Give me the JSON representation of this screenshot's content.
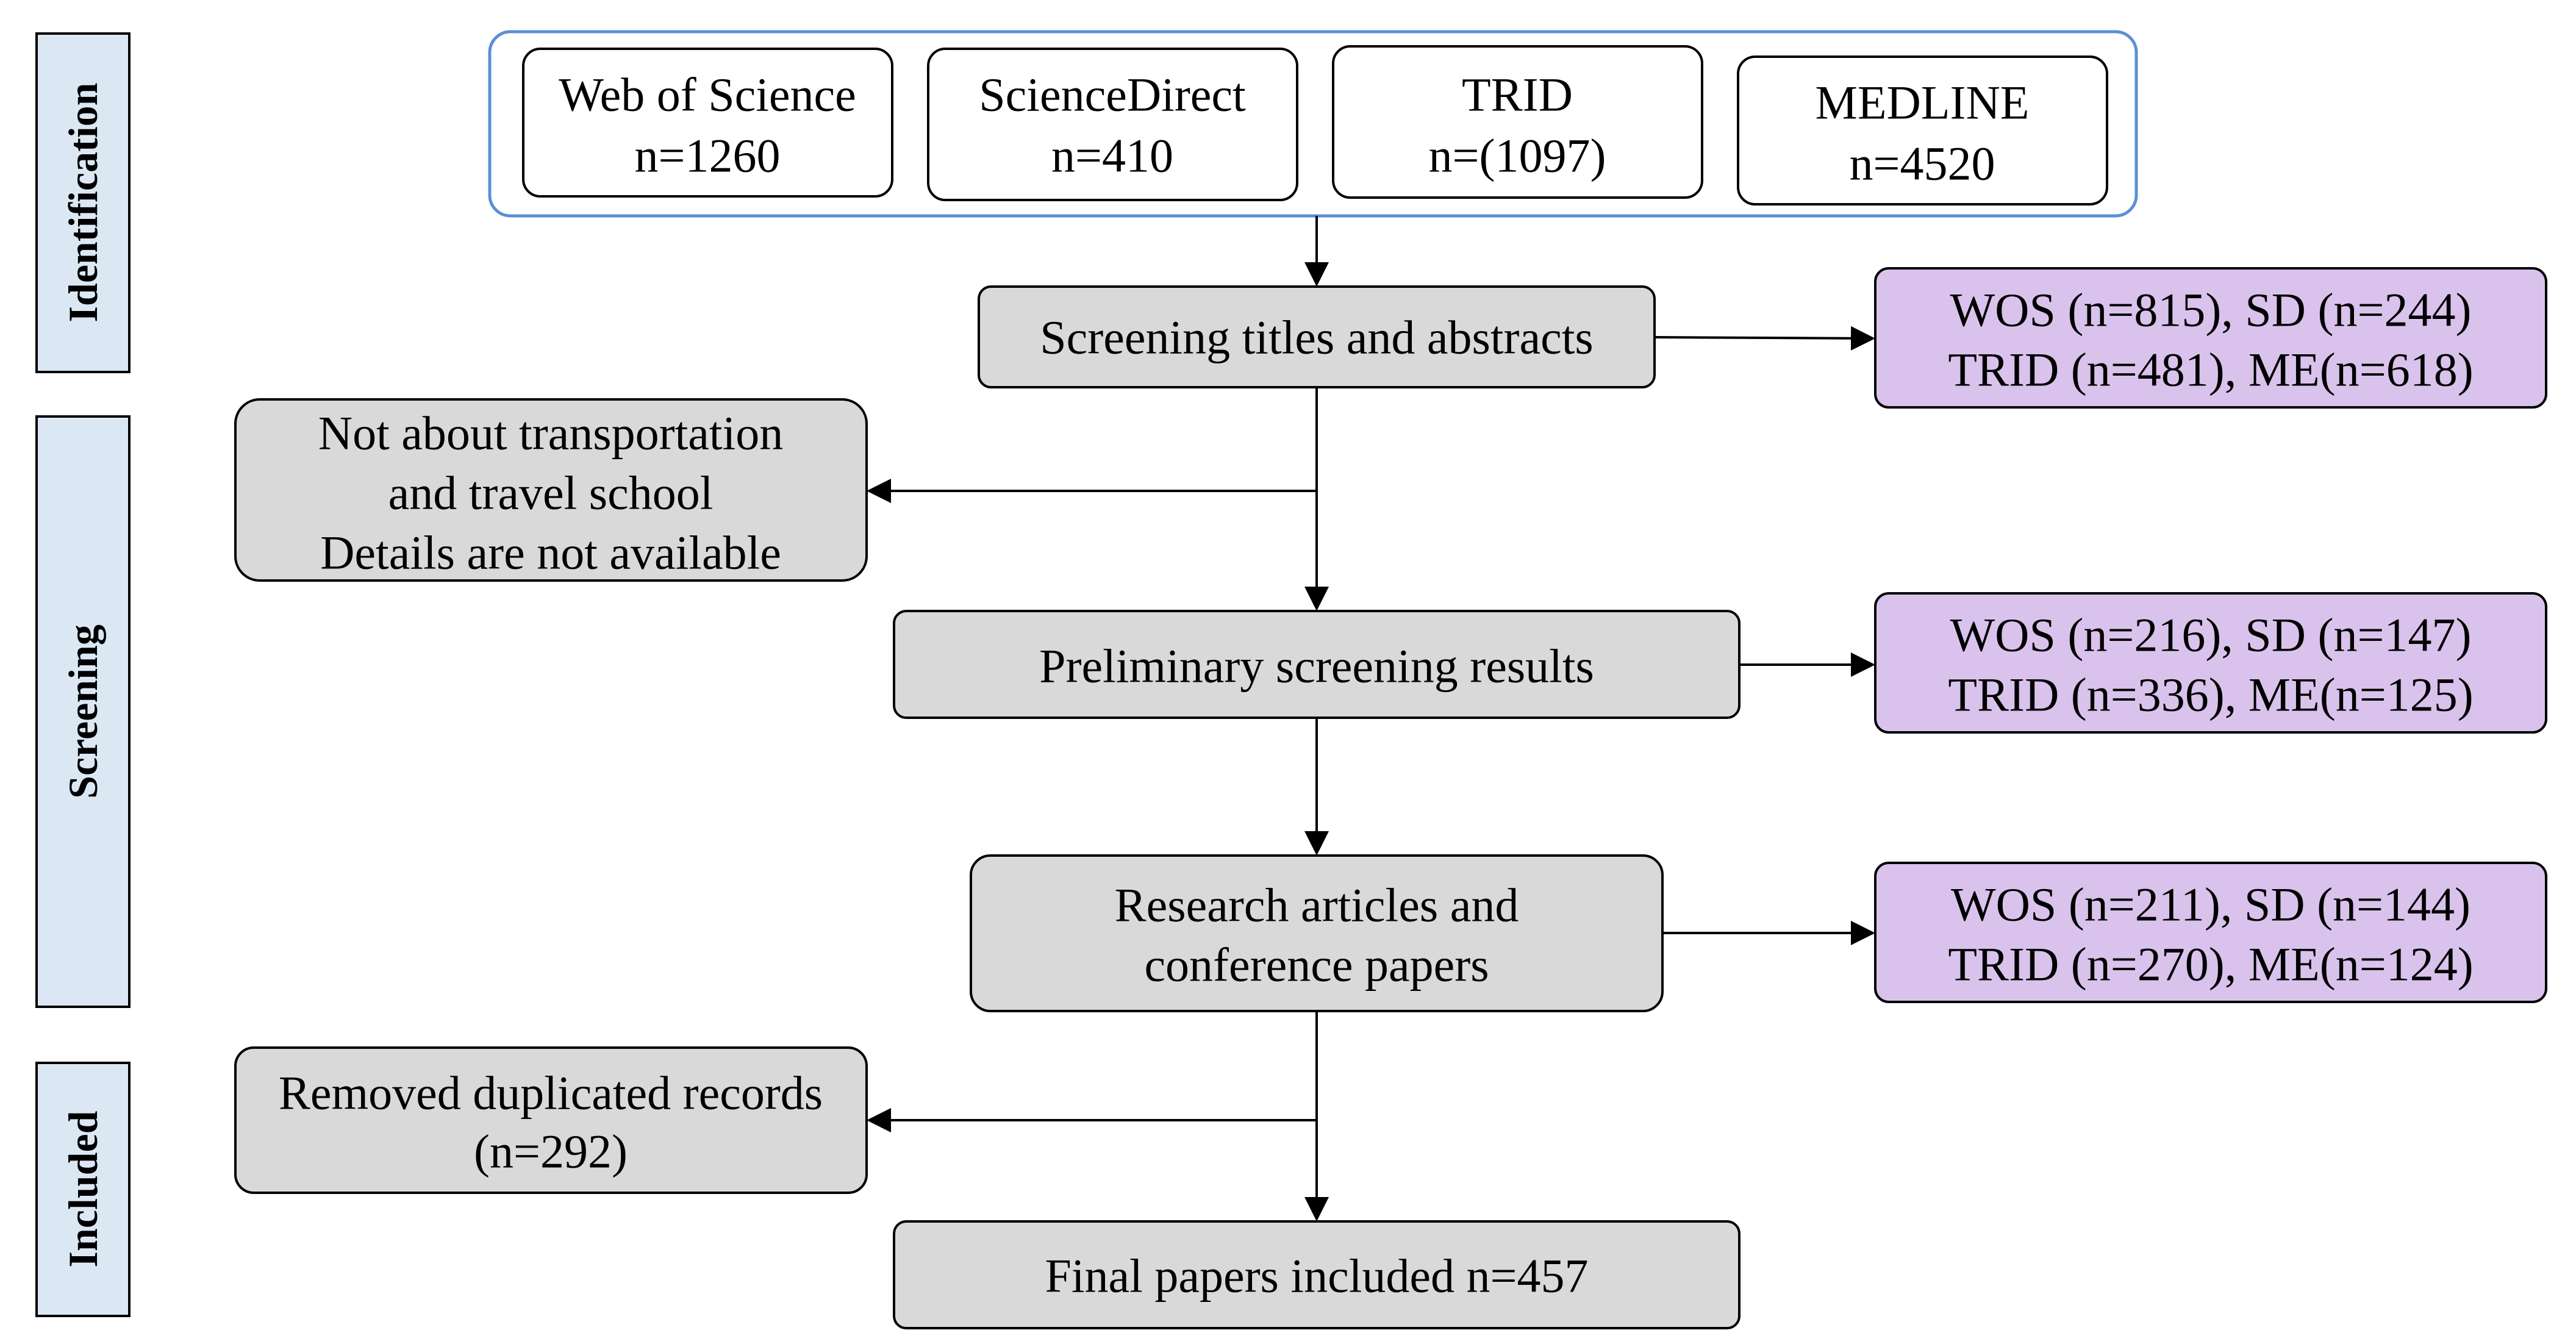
{
  "colors": {
    "stage_fill": "#dbe8f4",
    "process_fill": "#d9d9d9",
    "result_fill": "#d9c3ec",
    "group_border": "#5b8fd6",
    "line": "#000000"
  },
  "stages": {
    "identification": "Identification",
    "screening": "Screening",
    "included": "Included"
  },
  "databases": {
    "wos": {
      "line1": "Web of Science",
      "line2": "n=1260"
    },
    "sd": {
      "line1": "ScienceDirect",
      "line2": "n=410"
    },
    "trid": {
      "line1": "TRID",
      "line2": "n=(1097)"
    },
    "medline": {
      "line1": "MEDLINE",
      "line2": "n=4520"
    }
  },
  "steps": {
    "screening_titles": "Screening titles and abstracts",
    "not_about": {
      "line1": "Not about transportation",
      "line2": "and travel school",
      "line3": "Details are not available"
    },
    "preliminary": "Preliminary screening results",
    "research": {
      "line1": "Research articles and",
      "line2": "conference papers"
    },
    "removed": {
      "line1": "Removed duplicated records",
      "line2": "(n=292)"
    },
    "final": "Final papers included n=457"
  },
  "results": {
    "after_titles": {
      "line1": "WOS (n=815),  SD (n=244)",
      "line2": "TRID (n=481),  ME(n=618)"
    },
    "after_preliminary": {
      "line1": "WOS (n=216), SD (n=147)",
      "line2": "TRID (n=336), ME(n=125)"
    },
    "after_research": {
      "line1": "WOS (n=211),  SD (n=144)",
      "line2": "TRID (n=270),   ME(n=124)"
    }
  }
}
